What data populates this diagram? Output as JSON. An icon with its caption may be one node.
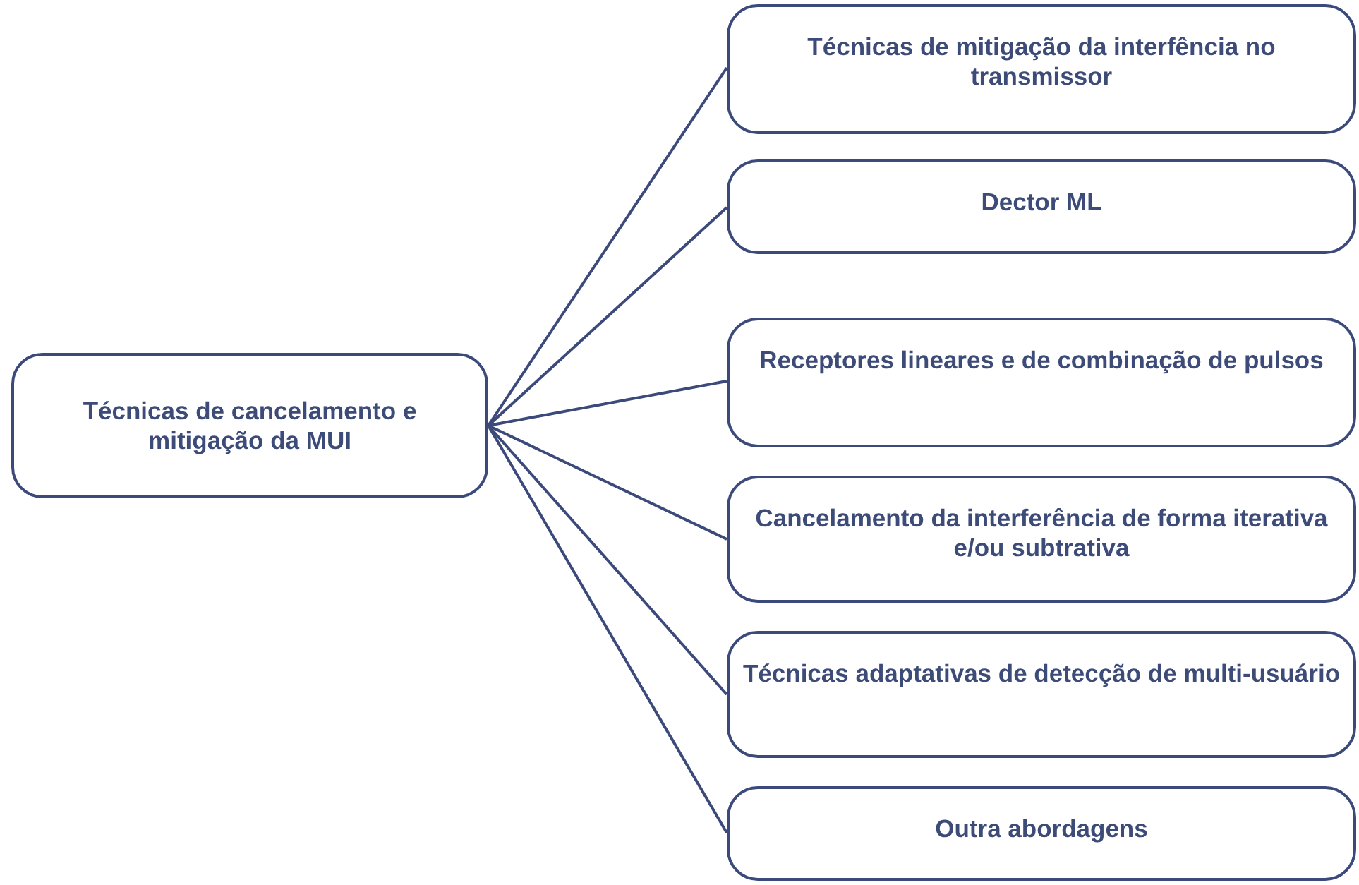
{
  "diagram": {
    "nodes": [
      {
        "text": [
          "Técnicas de cancelamento e mitigação da MUI"
        ]
      },
      {
        "text": [
          "Técnicas de mitigação da interfência no transmissor"
        ]
      },
      {
        "text": [
          "Dector ML"
        ]
      },
      {
        "text": [
          "Receptores lineares e de combinação de pulsos"
        ]
      },
      {
        "text": [
          "Cancelamento da interferência de forma iterativa e/ou subtrativa"
        ]
      },
      {
        "text": [
          "Técnicas adaptativas de detecção de multi-usuário"
        ]
      },
      {
        "text": [
          "Outra abordagens"
        ]
      }
    ],
    "edges": [
      {
        "from": 0,
        "to": 1,
        "arrow": "none"
      },
      {
        "from": 0,
        "to": 2,
        "arrow": "none"
      },
      {
        "from": 0,
        "to": 3,
        "arrow": "none"
      },
      {
        "from": 0,
        "to": 4,
        "arrow": "none"
      },
      {
        "from": 0,
        "to": 5,
        "arrow": "none"
      },
      {
        "from": 0,
        "to": 6,
        "arrow": "none"
      }
    ]
  }
}
